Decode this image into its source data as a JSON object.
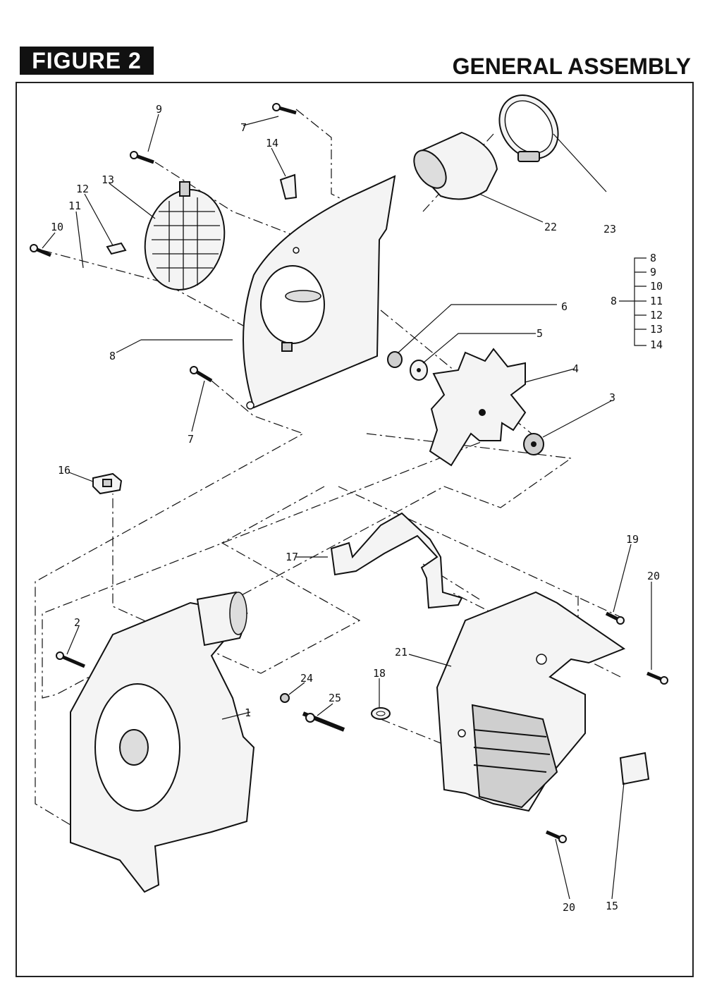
{
  "figure_label": "FIGURE 2",
  "title": "GENERAL ASSEMBLY",
  "callouts": {
    "c1": "1",
    "c2": "2",
    "c3": "3",
    "c4": "4",
    "c5": "5",
    "c6": "6",
    "c7a": "7",
    "c7b": "7",
    "c8": "8",
    "c9": "9",
    "c10": "10",
    "c11": "11",
    "c12": "12",
    "c13": "13",
    "c14": "14",
    "c15": "15",
    "c16": "16",
    "c17": "17",
    "c18": "18",
    "c19": "19",
    "c20a": "20",
    "c20b": "20",
    "c21": "21",
    "c22": "22",
    "c23": "23",
    "c24": "24",
    "c25": "25"
  },
  "kit_bracket": {
    "parent": "8",
    "items": [
      "8",
      "9",
      "10",
      "11",
      "12",
      "13",
      "14"
    ]
  }
}
